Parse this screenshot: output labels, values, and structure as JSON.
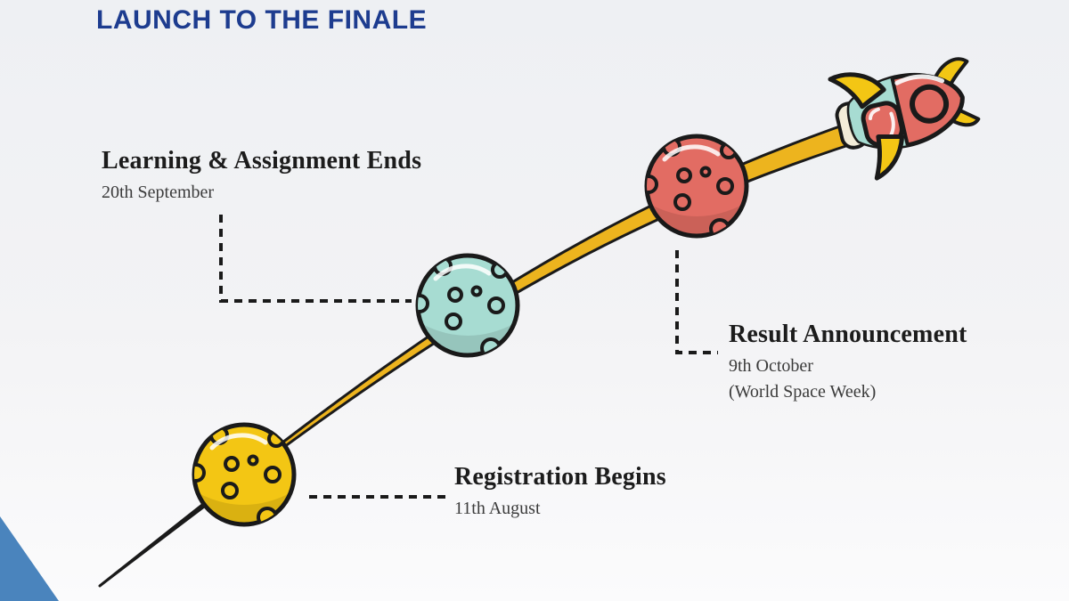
{
  "title": "LAUNCH TO THE FINALE",
  "timeline": {
    "rocket_icon": "rocket-icon",
    "trail_color": "#EDB41E",
    "milestones": [
      {
        "id": "registration",
        "icon": "planet-icon",
        "planet_color": "#F3C614",
        "label": "Registration Begins",
        "date": "11th August",
        "note": ""
      },
      {
        "id": "learning",
        "icon": "planet-icon",
        "planet_color": "#A7DCD2",
        "label": "Learning & Assignment Ends",
        "date": "20th September",
        "note": ""
      },
      {
        "id": "result",
        "icon": "planet-icon",
        "planet_color": "#E26C63",
        "label": "Result Announcement",
        "date": "9th October",
        "note": "(World Space Week)"
      }
    ]
  },
  "colors": {
    "title_navy": "#1d3c8f",
    "trail_gold": "#EDB41E",
    "outline_black": "#1a1a1a",
    "planet_yellow": "#F3C614",
    "planet_teal": "#A7DCD2",
    "planet_red": "#E26C63",
    "rocket_body_red": "#E26C63",
    "rocket_band_teal": "#A7DCD2",
    "rocket_fin_yellow": "#F3C614",
    "rocket_nozzle_cream": "#F3ECD8",
    "corner_triangle_blue": "#4A84BD",
    "background": "#F2F3F5"
  }
}
